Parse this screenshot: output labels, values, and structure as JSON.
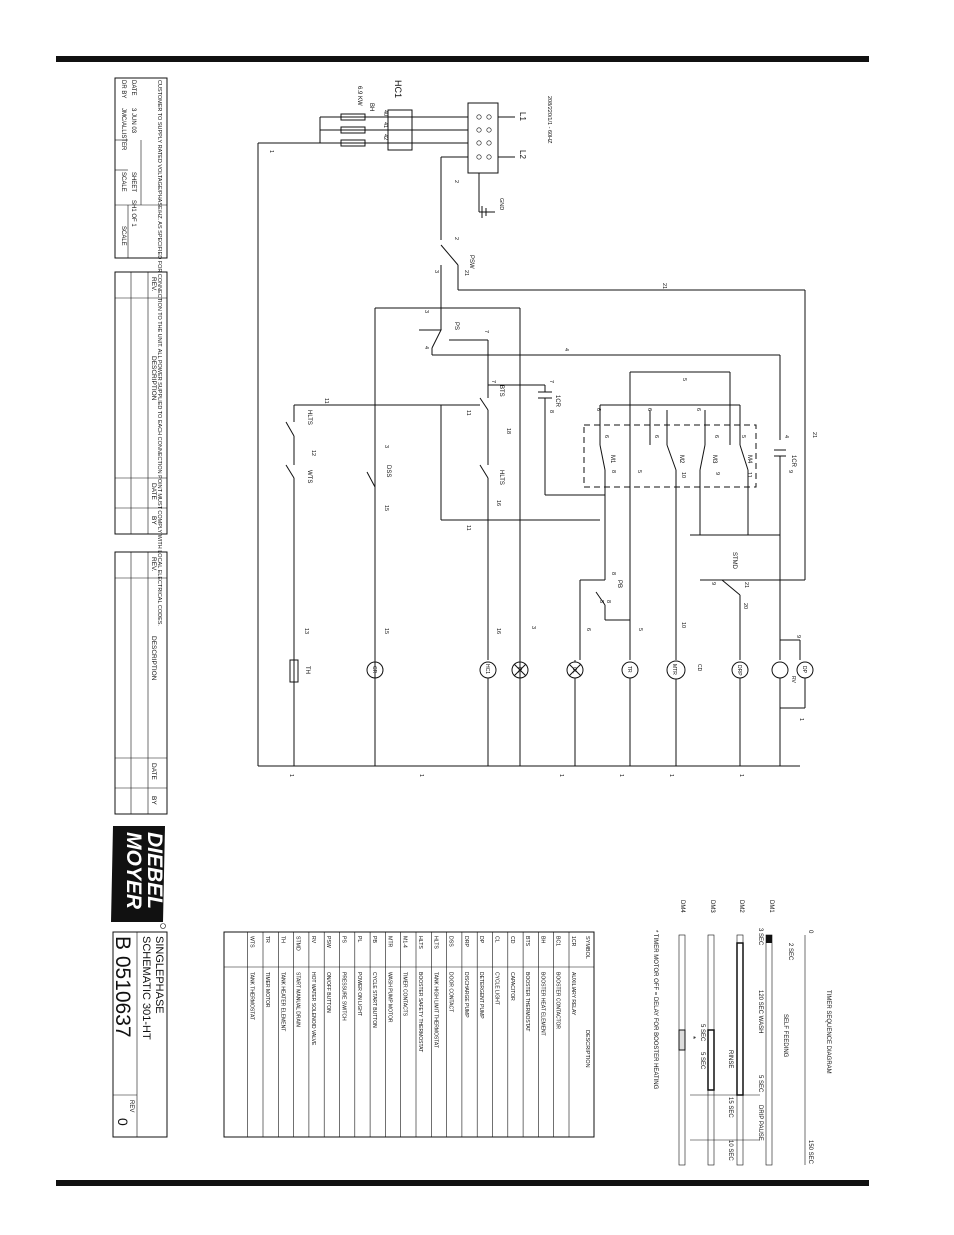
{
  "title_block": {
    "notes": "CUSTOMER TO SUPPLY RATED VOLTAGE/PHASE/HZ. AS SPECIFIED FOR CONNECTION TO THE UNIT. ALL POWER SUPPLIED TO EACH CONNECTION POINT MUST COMPLY WITH LOCAL ELECTRICAL CODES.",
    "dr_by_label": "DR BY",
    "dr_by": "JMC/ALLISTER",
    "scale_label": "SCALE",
    "scale": "SCALE",
    "date_label": "DATE",
    "date": "3 JUN 03",
    "sheet_label": "SHEET",
    "sheet": "SH1 OF 1",
    "rev_header": "REV.",
    "description_header": "DESCRIPTION",
    "date_header": "DATE",
    "by_header": "BY"
  },
  "logo": {
    "line1": "MOYER",
    "line2": "DIEBEL"
  },
  "drawing": {
    "title1": "SCHEMATIC 301-HT",
    "title2": "SINGLEPHASE",
    "number": "B 0510637",
    "rev_label": "REV",
    "rev": "0"
  },
  "legend": {
    "headers": [
      "SYMBOL",
      "DESCRIPTION"
    ],
    "rows": [
      [
        "1CR",
        "AUXILIARY RELAY"
      ],
      [
        "BC1",
        "BOOSTER CONTACTOR"
      ],
      [
        "BH",
        "BOOSTER HEAT ELEMENT"
      ],
      [
        "BTS",
        "BOOSTER THERMOSTAT"
      ],
      [
        "CD",
        "CAPACITOR"
      ],
      [
        "CL",
        "CYCLE LIGHT"
      ],
      [
        "DP",
        "DETERGENT PUMP"
      ],
      [
        "DRP",
        "DISCHARGE PUMP"
      ],
      [
        "DSS",
        "DOOR CONTACT"
      ],
      [
        "HLTS",
        "TANK HIGH LIMIT THERMOSTAT"
      ],
      [
        "HLTS",
        "BOOSTER SAFETY THERMOSTAT"
      ],
      [
        "M1-4",
        "TIMER CONTACTS"
      ],
      [
        "MTR",
        "WASH PUMP MOTOR"
      ],
      [
        "PB",
        "CYCLE START BUTTON"
      ],
      [
        "PL",
        "POWER ON LIGHT"
      ],
      [
        "PS",
        "PRESSURE SWITCH"
      ],
      [
        "PSW",
        "ON/OFF BUTTON"
      ],
      [
        "RV",
        "HOT WATER SOLENOID VALVE"
      ],
      [
        "STMD",
        "START MANUAL DRAIN"
      ],
      [
        "TH",
        "TANK HEATER ELEMENT"
      ],
      [
        "TR",
        "TIMER MOTOR"
      ],
      [
        "WTS",
        "TANK THERMOSTAT"
      ]
    ]
  },
  "timer": {
    "title": "TIMER SEQUENCE DIAGRAM",
    "subtitle": "SELF FEEDING",
    "scale_start": "0",
    "scale_end": "150 SEC",
    "rows": [
      "DM1",
      "DM2",
      "DM3",
      "DM4"
    ],
    "labels": {
      "t2": "2 SEC",
      "t3": "3 SEC",
      "wash": "120 SEC WASH",
      "rinse": "RINSE",
      "t5a": "5 SEC",
      "t5b": "5 SEC",
      "t5c": "5 SEC",
      "t15": "15 SEC",
      "drip": "DRIP PAUSE",
      "t10": "10 SEC",
      "star": "*"
    },
    "note": "* TIMER MOTOR OFF = DELAY FOR BOOSTER HEATING"
  },
  "schematic": {
    "supply": "208/220/1/1 - 60HZ",
    "l1": "L1",
    "l2": "L2",
    "gnd": "GND",
    "hc1": "HC1",
    "bh": "BH",
    "bh_power": "6.9 KW",
    "hc_terms": [
      "40",
      "41",
      "42"
    ],
    "comp": {
      "psw": "PSW",
      "ps": "PS",
      "bts": "BTS",
      "hlts": "HLTS",
      "wts": "WTS",
      "dss": "DSS",
      "cr1": "1CR",
      "m1": "M1",
      "m2": "M2",
      "m3": "M3",
      "m4": "M4",
      "stmd": "STMD",
      "pb": "PB",
      "th": "TH",
      "cr": "CR",
      "hc": "HC1",
      "pl": "PL",
      "cl": "CL",
      "tr": "TR",
      "mtr": "MTR",
      "cd": "CD",
      "drp": "DRP",
      "rv": "RV",
      "dp": "DP"
    },
    "wires": [
      "1",
      "2",
      "3",
      "4",
      "5",
      "6",
      "7",
      "8",
      "9",
      "10",
      "11",
      "12",
      "13",
      "15",
      "16",
      "18",
      "20",
      "21"
    ]
  }
}
